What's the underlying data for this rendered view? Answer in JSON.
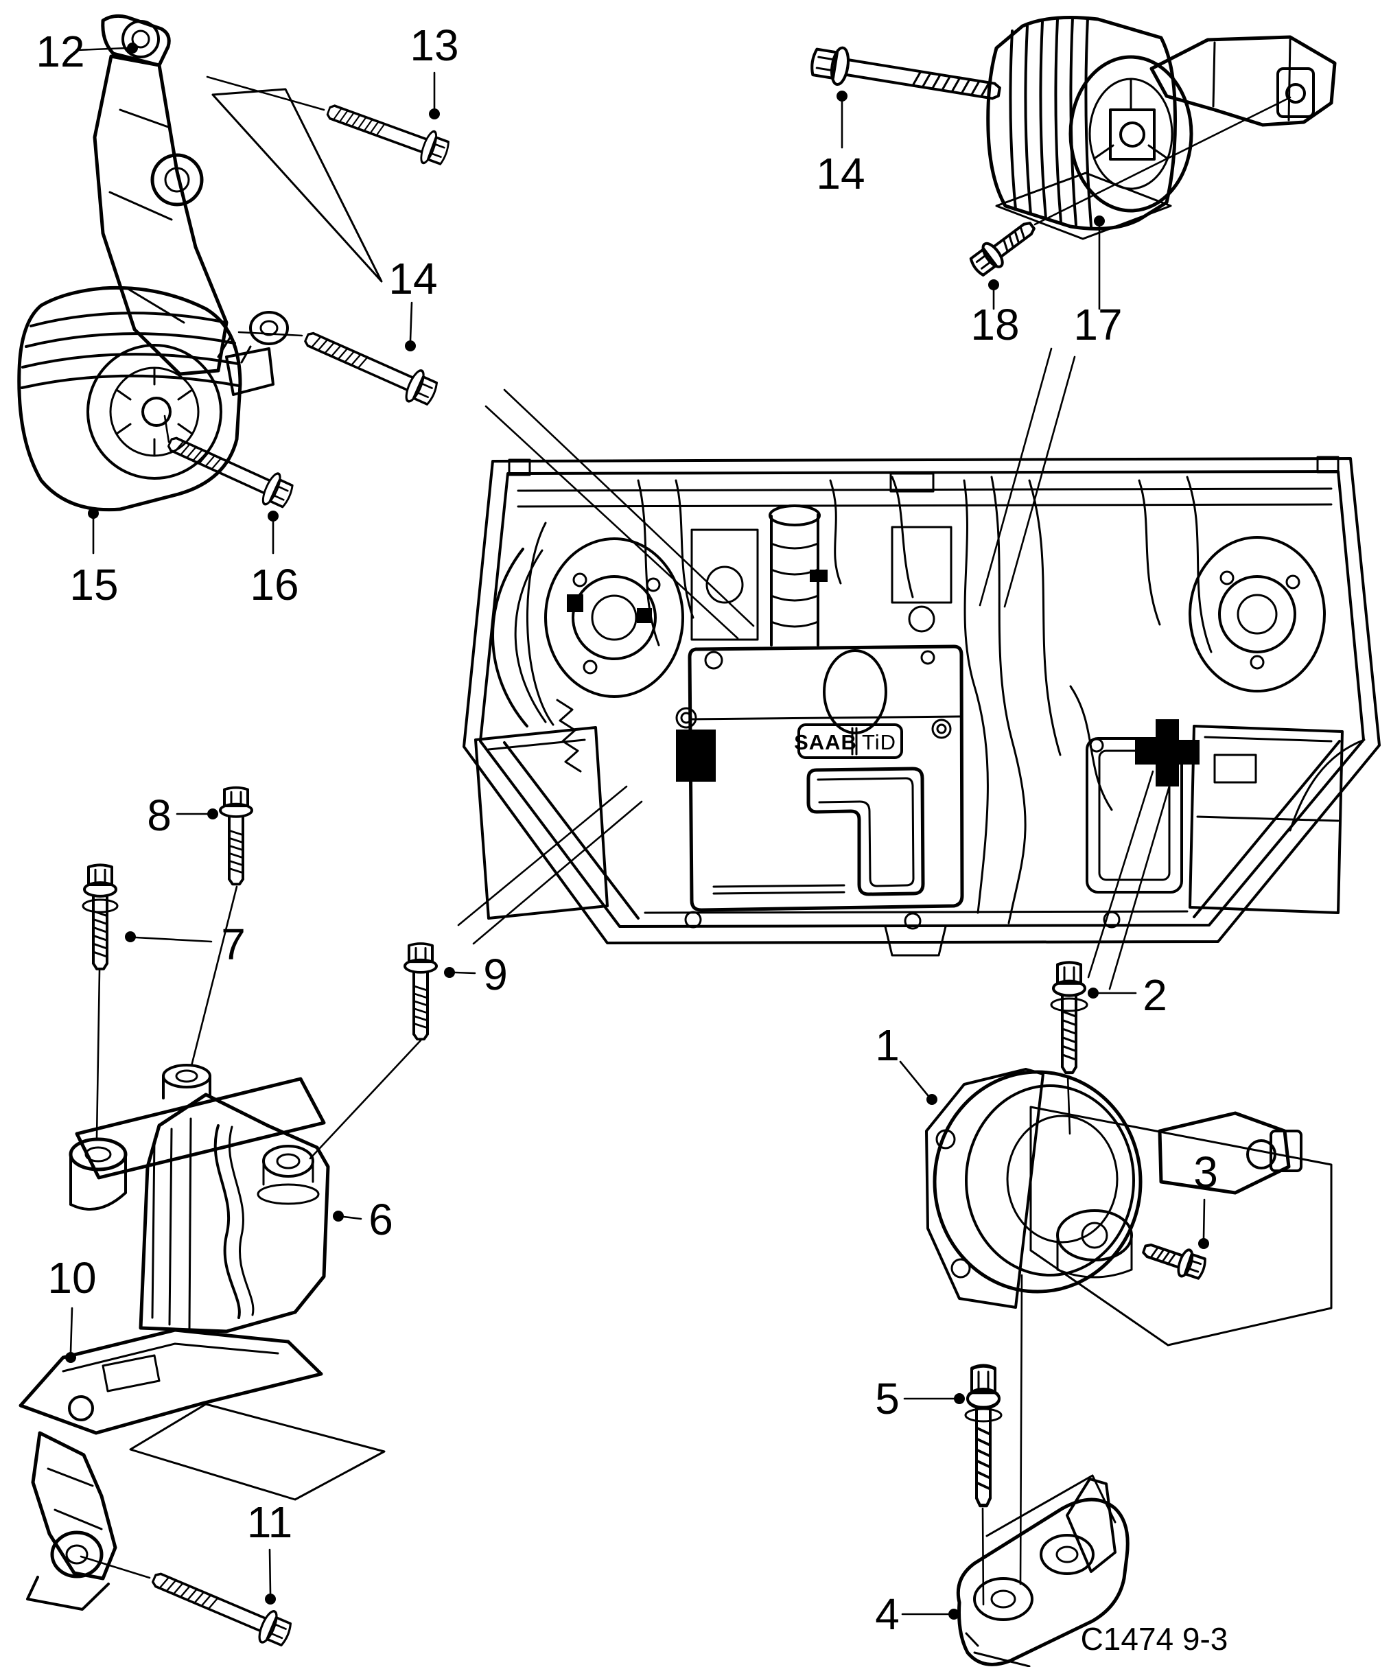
{
  "diagram": {
    "caption": "C1474 9-3",
    "badge": {
      "brand": "SAAB",
      "variant": "TiD"
    },
    "colors": {
      "line": "#000000",
      "background": "#ffffff"
    },
    "callouts": [
      {
        "num": "12"
      },
      {
        "num": "13"
      },
      {
        "num": "14"
      },
      {
        "num": "15"
      },
      {
        "num": "16"
      },
      {
        "num": "14"
      },
      {
        "num": "18"
      },
      {
        "num": "17"
      },
      {
        "num": "8"
      },
      {
        "num": "7"
      },
      {
        "num": "9"
      },
      {
        "num": "6"
      },
      {
        "num": "10"
      },
      {
        "num": "11"
      },
      {
        "num": "1"
      },
      {
        "num": "2"
      },
      {
        "num": "3"
      },
      {
        "num": "5"
      },
      {
        "num": "4"
      }
    ]
  }
}
